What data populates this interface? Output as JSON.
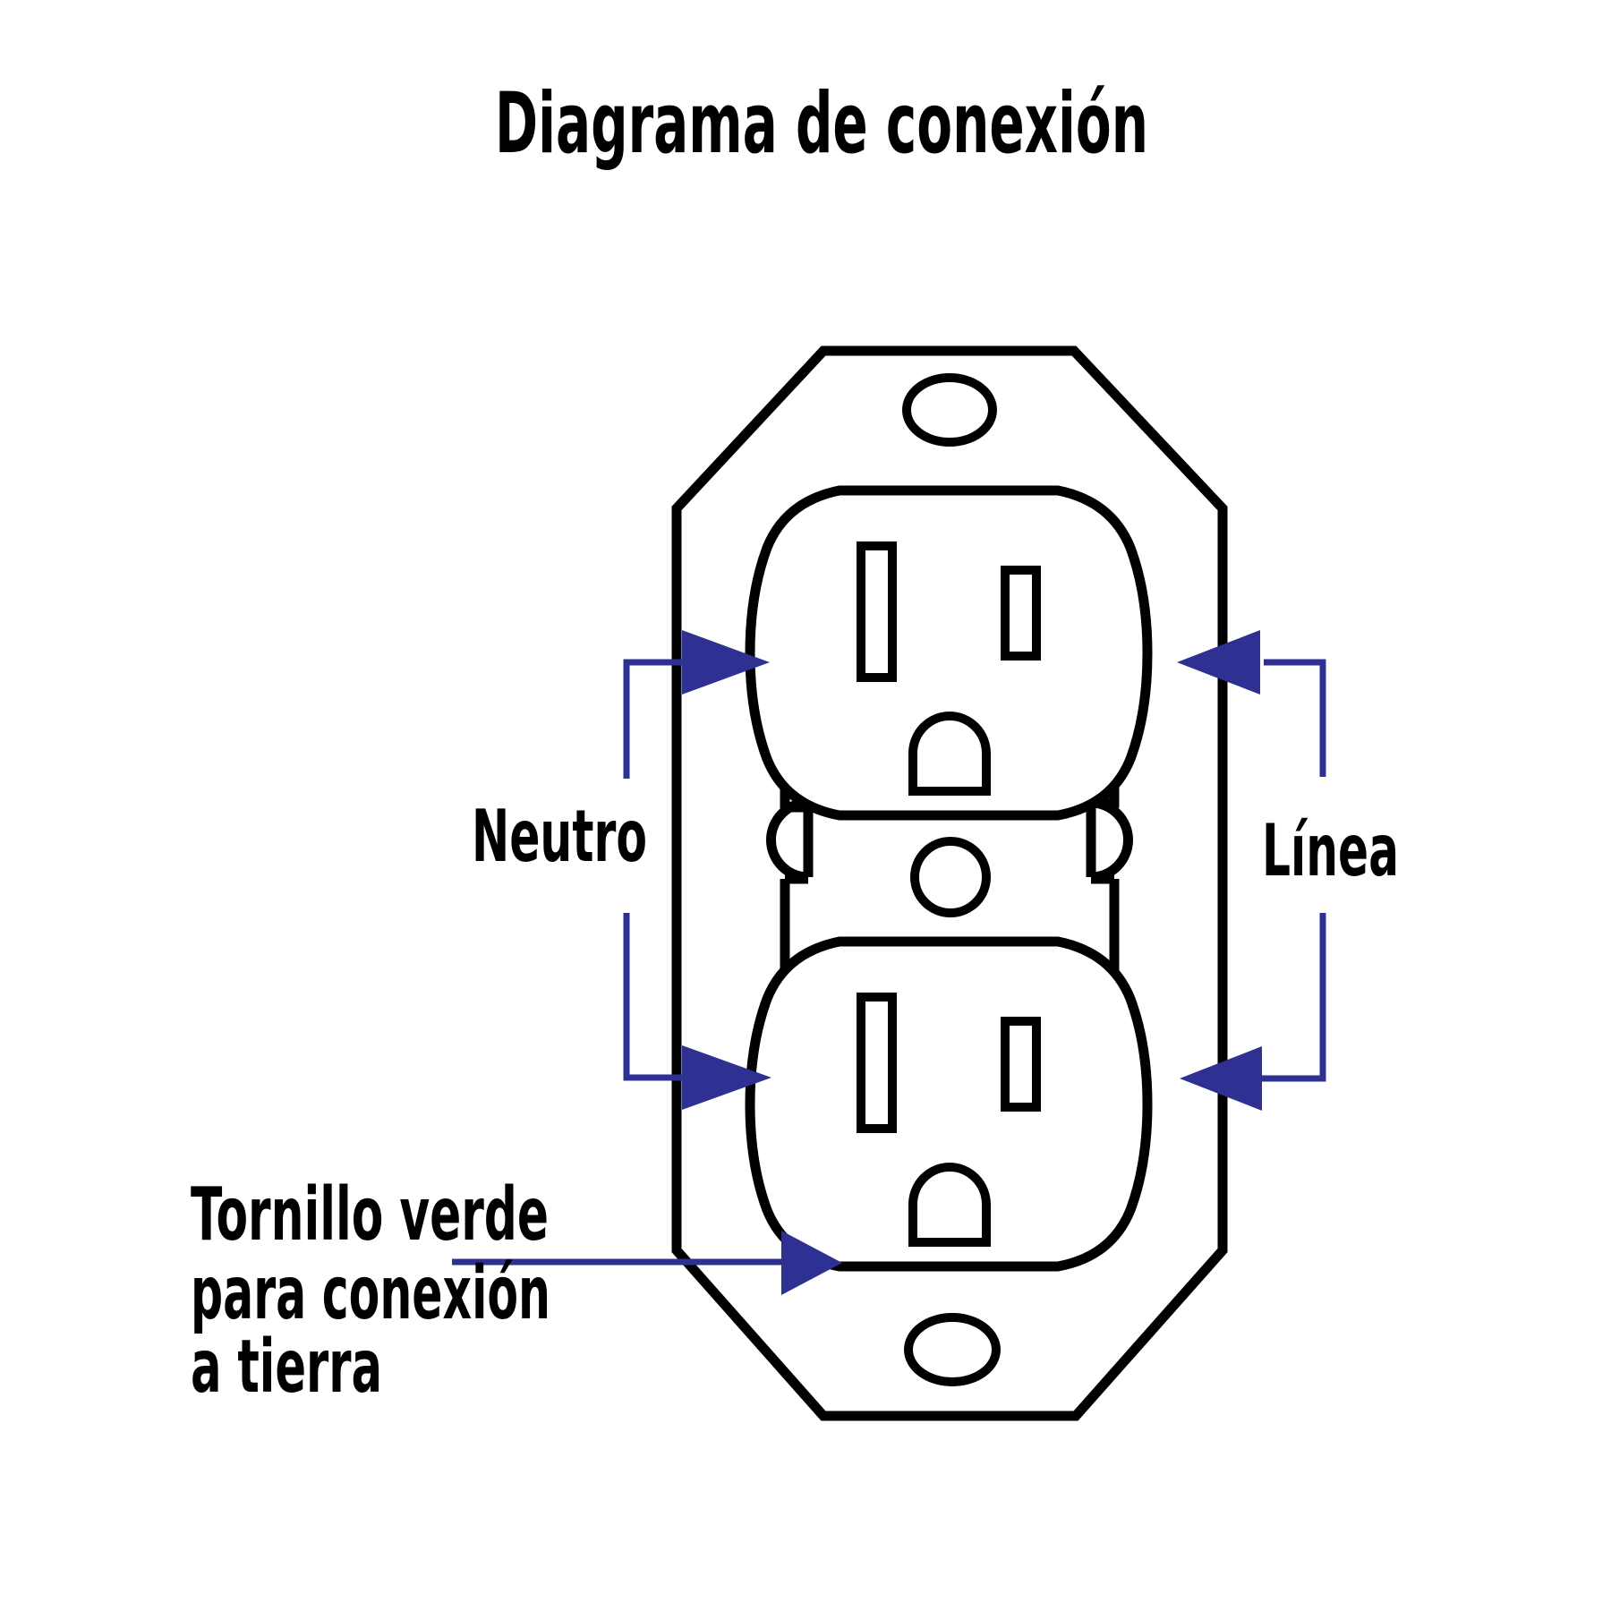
{
  "title": {
    "text": "Diagrama de conexión"
  },
  "annotations": {
    "neutral": {
      "label": "Neutro",
      "color": "#2E3192"
    },
    "line": {
      "label": "Línea",
      "color": "#2E3192"
    },
    "ground": {
      "label_line1": "Tornillo verde",
      "label_line2": "para conexión",
      "label_line3": "a tierra",
      "color": "#2E3192"
    }
  },
  "diagram": {
    "description": "Duplex electrical receptacle face with mounting plate",
    "outline_color": "#000000",
    "background_color": "#FFFFFF",
    "receptacle_count": "2",
    "arrow_targets": {
      "neutral_side": "left slots",
      "line_side": "right slots",
      "ground_screw": "bottom left of lower receptacle"
    }
  }
}
